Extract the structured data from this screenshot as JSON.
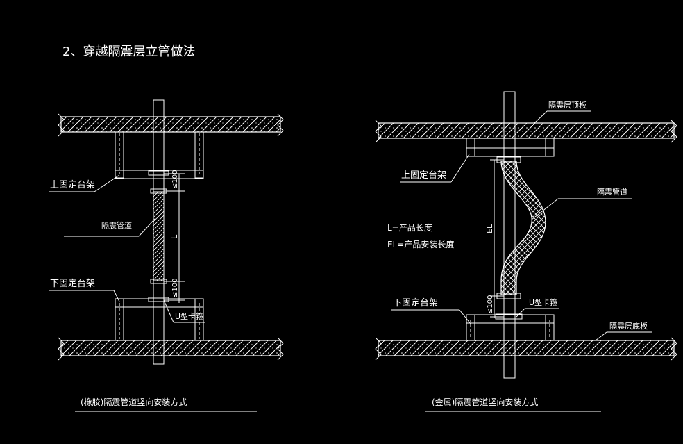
{
  "title": "2、穿越隔震层立管做法",
  "left_diagram": {
    "upper_bracket_label": "上固定台架",
    "pipe_label": "隔震管道",
    "lower_bracket_label": "下固定台架",
    "ubolt_label": "U型卡箍",
    "dim_top": "≤100",
    "dim_mid": "L",
    "dim_bottom": "≤100",
    "caption": "(橡胶)隔震管道竖向安装方式"
  },
  "right_diagram": {
    "top_slab_label": "隔震层顶板",
    "upper_bracket_label": "上固定台架",
    "pipe_label": "隔震管道",
    "legend_l": "L=产品长度",
    "legend_el": "EL=产品安装长度",
    "dim_el": "EL",
    "dim_bottom": "≤100",
    "lower_bracket_label": "下固定台架",
    "ubolt_label": "U型卡箍",
    "bottom_slab_label": "隔震层底板",
    "caption": "(金属)隔震管道竖向安装方式"
  },
  "colors": {
    "background": "#000000",
    "lines": "#ffffff"
  }
}
